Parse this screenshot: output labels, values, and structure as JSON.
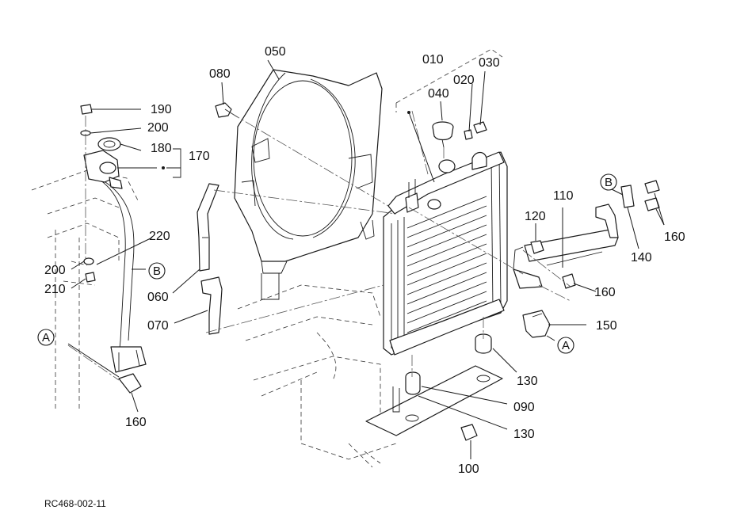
{
  "figure": {
    "code": "RC468-002-11"
  },
  "callouts": [
    "010",
    "020",
    "030",
    "040",
    "050",
    "060",
    "070",
    "080",
    "090",
    "100",
    "110",
    "120",
    "130",
    "140",
    "150",
    "160",
    "170",
    "180",
    "190",
    "200",
    "210",
    "220"
  ],
  "reference_marks": {
    "a": "A",
    "b": "B"
  },
  "colors": {
    "line": "#1a1a1a",
    "background": "#ffffff"
  }
}
